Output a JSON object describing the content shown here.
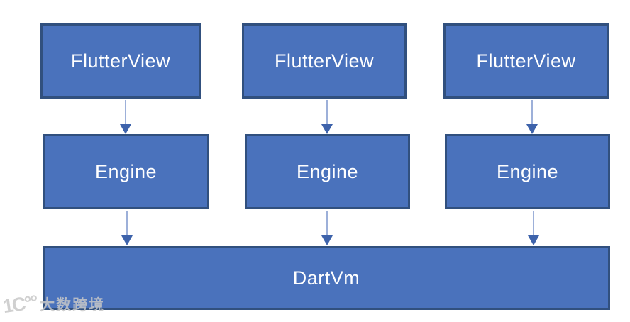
{
  "diagram": {
    "flutter_view_boxes": [
      {
        "label": "FlutterView"
      },
      {
        "label": "FlutterView"
      },
      {
        "label": "FlutterView"
      }
    ],
    "engine_boxes": [
      {
        "label": "Engine"
      },
      {
        "label": "Engine"
      },
      {
        "label": "Engine"
      }
    ],
    "dartvm_box": {
      "label": "DartVm"
    }
  },
  "watermark": {
    "logo": "1C°°",
    "text": "大数跨境"
  },
  "colors": {
    "box_fill": "#4a72bc",
    "box_border": "#31507e",
    "box_text": "#ffffff",
    "arrow_line": "#9db0d9",
    "arrow_head": "#3e63ab",
    "watermark_gray": "#c8c8c8",
    "background": "#ffffff"
  }
}
